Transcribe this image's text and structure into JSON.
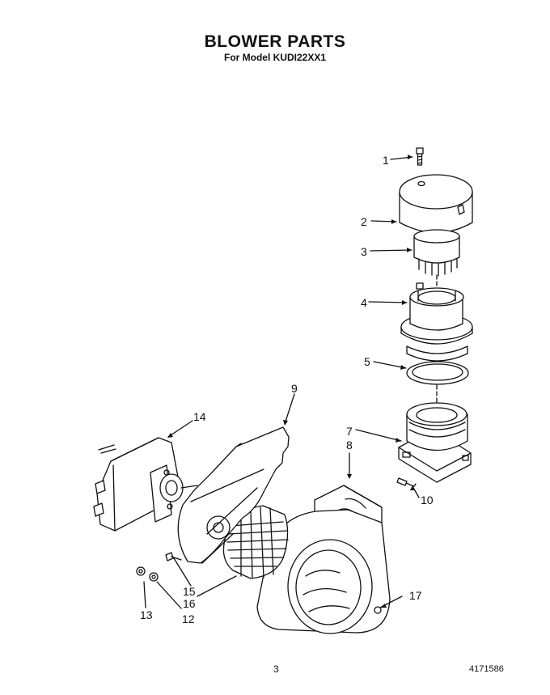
{
  "header": {
    "title": "BLOWER PARTS",
    "subtitle": "For Model KUDI22XX1"
  },
  "footer": {
    "page_number": "3",
    "document_number": "4171586"
  },
  "callouts": [
    {
      "id": "1",
      "label": "1"
    },
    {
      "id": "2",
      "label": "2"
    },
    {
      "id": "3",
      "label": "3"
    },
    {
      "id": "4",
      "label": "4"
    },
    {
      "id": "5",
      "label": "5"
    },
    {
      "id": "7",
      "label": "7"
    },
    {
      "id": "8",
      "label": "8"
    },
    {
      "id": "9",
      "label": "9"
    },
    {
      "id": "10",
      "label": "10"
    },
    {
      "id": "12",
      "label": "12"
    },
    {
      "id": "13",
      "label": "13"
    },
    {
      "id": "14",
      "label": "14"
    },
    {
      "id": "15",
      "label": "15"
    },
    {
      "id": "16",
      "label": "16"
    },
    {
      "id": "17",
      "label": "17"
    }
  ]
}
